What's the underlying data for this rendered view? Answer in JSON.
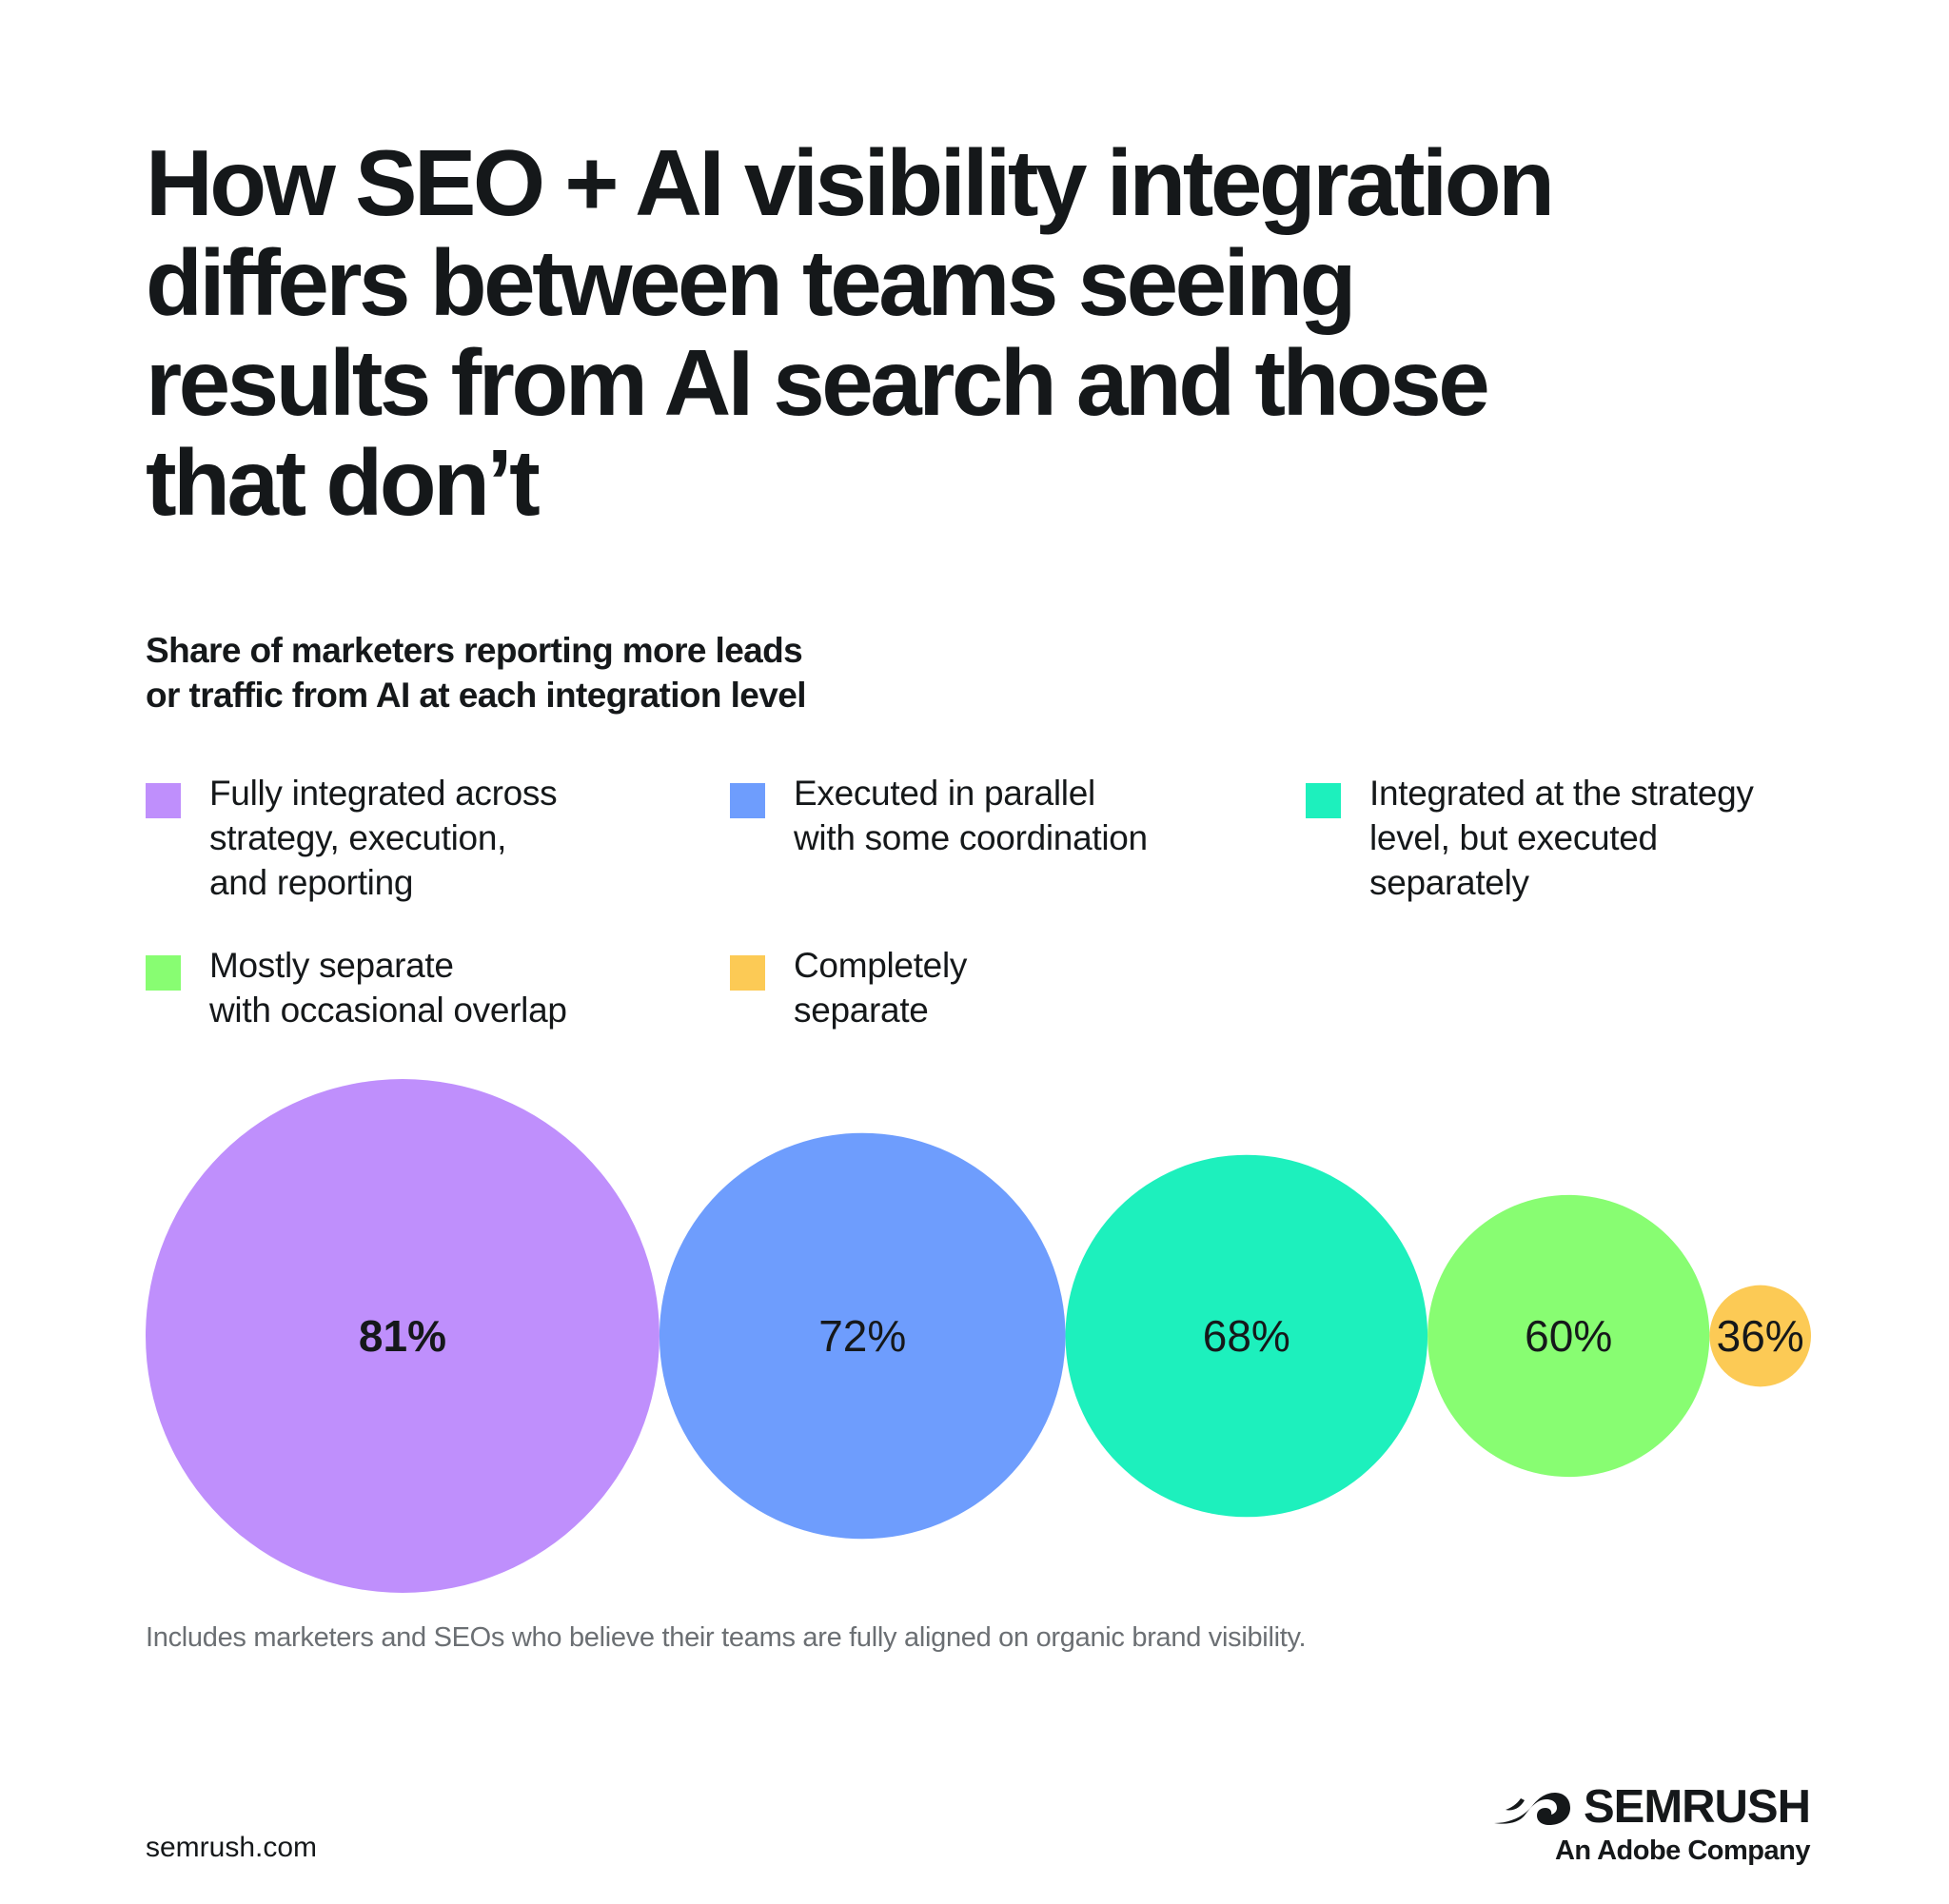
{
  "title": "How SEO + AI visibility integration\ndiffers between teams seeing\nresults from AI search and those\nthat don’t",
  "subtitle": "Share of marketers reporting more leads\nor traffic from AI at each integration level",
  "legend": [
    {
      "label": "Fully integrated across\nstrategy, execution,\nand reporting",
      "color": "#bf8ffc"
    },
    {
      "label": "Executed in parallel\nwith some coordination",
      "color": "#6e9dfd"
    },
    {
      "label": "Integrated at the strategy\nlevel, but executed\nseparately",
      "color": "#1df0bd"
    },
    {
      "label": "Mostly separate\nwith occasional overlap",
      "color": "#88fd72"
    },
    {
      "label": "Completely\nseparate",
      "color": "#fcca55"
    }
  ],
  "chart_data": {
    "type": "bubble",
    "categories": [
      "Fully integrated across strategy, execution, and reporting",
      "Executed in parallel with some coordination",
      "Integrated at the strategy level, but executed separately",
      "Mostly separate with occasional overlap",
      "Completely separate"
    ],
    "values": [
      81,
      72,
      68,
      60,
      36
    ],
    "labels": [
      "81%",
      "72%",
      "68%",
      "60%",
      "36%"
    ],
    "colors": [
      "#bf8ffc",
      "#6e9dfd",
      "#1df0bd",
      "#88fd72",
      "#fcca55"
    ],
    "unit": "%"
  },
  "footnote": "Includes marketers and SEOs who believe their teams are fully aligned on organic brand visibility.",
  "site": "semrush.com",
  "brand": {
    "name": "SEMRUSH",
    "tagline": "An Adobe Company"
  }
}
